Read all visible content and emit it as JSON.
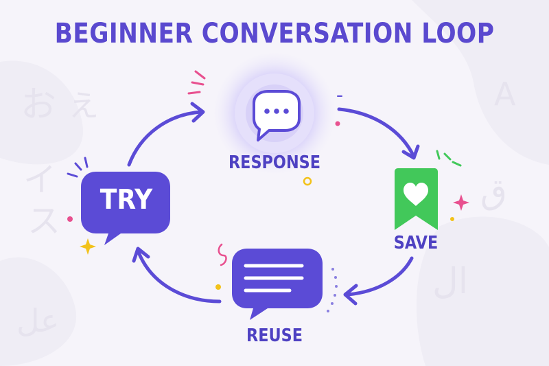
{
  "title": "BEGINNER CONVERSATION LOOP",
  "nodes": {
    "try": "TRY",
    "response": "RESPONSE",
    "save": "SAVE",
    "reuse": "REUSE"
  },
  "flow": [
    "try",
    "response",
    "save",
    "reuse",
    "try"
  ],
  "background_glyphs": [
    "お",
    "え",
    "イ",
    "ス",
    "ال",
    "عل",
    "ق",
    "A"
  ],
  "colors": {
    "title": "#5a49cf",
    "primary": "#5b4bd6",
    "label": "#4e41c2",
    "save": "#42c85a",
    "accent_pink": "#e8508f",
    "accent_yellow": "#f2c21a",
    "background": "#f6f4fa"
  },
  "icons": {
    "try": "speech-bubble-icon",
    "response": "chat-dots-icon",
    "save": "heart-bookmark-icon",
    "reuse": "message-lines-icon"
  }
}
